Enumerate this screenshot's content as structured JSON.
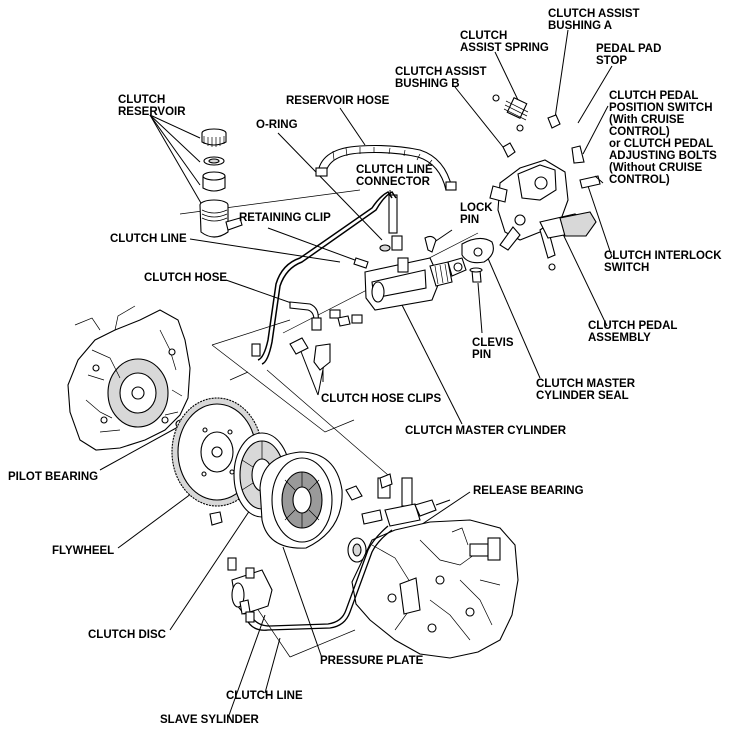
{
  "labels": {
    "clutch_assist_bushing_a": "CLUTCH ASSIST\nBUSHING A",
    "clutch_assist_spring": "CLUTCH\nASSIST SPRING",
    "pedal_pad_stop": "PEDAL PAD\nSTOP",
    "clutch_assist_bushing_b": "CLUTCH ASSIST\nBUSHING B",
    "clutch_pedal_position_switch": "CLUTCH PEDAL\nPOSITION SWITCH\n(With CRUISE\nCONTROL)\nor CLUTCH PEDAL\nADJUSTING BOLTS\n(Without CRUISE\nCONTROL)",
    "clutch_reservoir": "CLUTCH\nRESERVOIR",
    "reservoir_hose": "RESERVOIR HOSE",
    "o_ring": "O-RING",
    "clutch_line_connector": "CLUTCH LINE\nCONNECTOR",
    "retaining_clip": "RETAINING CLIP",
    "lock_pin": "LOCK\nPIN",
    "clutch_line_top": "CLUTCH LINE",
    "clutch_interlock_switch": "CLUTCH INTERLOCK\nSWITCH",
    "clutch_hose": "CLUTCH HOSE",
    "clutch_pedal_assembly": "CLUTCH PEDAL\nASSEMBLY",
    "clevis_pin": "CLEVIS\nPIN",
    "clutch_master_cylinder_seal": "CLUTCH MASTER\nCYLINDER SEAL",
    "clutch_hose_clips": "CLUTCH HOSE CLIPS",
    "clutch_master_cylinder": "CLUTCH MASTER CYLINDER",
    "pilot_bearing": "PILOT BEARING",
    "release_bearing": "RELEASE BEARING",
    "flywheel": "FLYWHEEL",
    "clutch_disc": "CLUTCH DISC",
    "pressure_plate": "PRESSURE PLATE",
    "clutch_line_bottom": "CLUTCH LINE",
    "slave_cylinder": "SLAVE SYLINDER"
  }
}
